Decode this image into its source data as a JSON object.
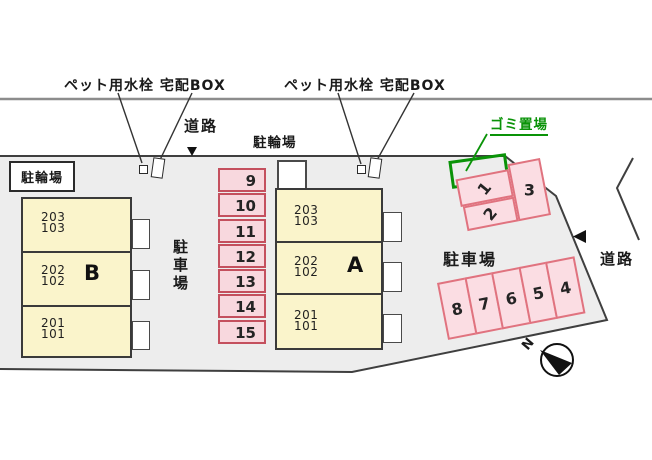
{
  "labels": {
    "callout_left": "ペット用水栓 宅配BOX",
    "callout_right": "ペット用水栓 宅配BOX",
    "road_top": "道路",
    "road_right": "道路",
    "bicycle_left": "駐輪場",
    "bicycle_mid": "駐輪場",
    "parking_vertical": "駐車場",
    "parking_right": "駐車場",
    "garbage": "ゴミ置場",
    "compass_n": "N"
  },
  "buildings": [
    {
      "name": "B",
      "units": [
        {
          "upper": "203",
          "lower": "103"
        },
        {
          "upper": "202",
          "lower": "102"
        },
        {
          "upper": "201",
          "lower": "101"
        }
      ]
    },
    {
      "name": "A",
      "units": [
        {
          "upper": "203",
          "lower": "103"
        },
        {
          "upper": "202",
          "lower": "102"
        },
        {
          "upper": "201",
          "lower": "101"
        }
      ]
    }
  ],
  "parking": {
    "column": [
      "9",
      "10",
      "11",
      "12",
      "13",
      "14",
      "15"
    ],
    "upper_right": [
      "1",
      "2",
      "3"
    ],
    "lower_right": [
      "8",
      "7",
      "6",
      "5",
      "4"
    ]
  },
  "colors": {
    "site_fill": "#ededed",
    "outline": "#3f3f3f",
    "road_line": "#8c8c8c",
    "building_fill": "#faf4cb",
    "parking_fill": "#f8d8de",
    "parking_border": "#c4505e",
    "parking_fill_light": "#fbdde3",
    "parking_border_light": "#e0737f",
    "garbage_green": "#0a9308"
  }
}
